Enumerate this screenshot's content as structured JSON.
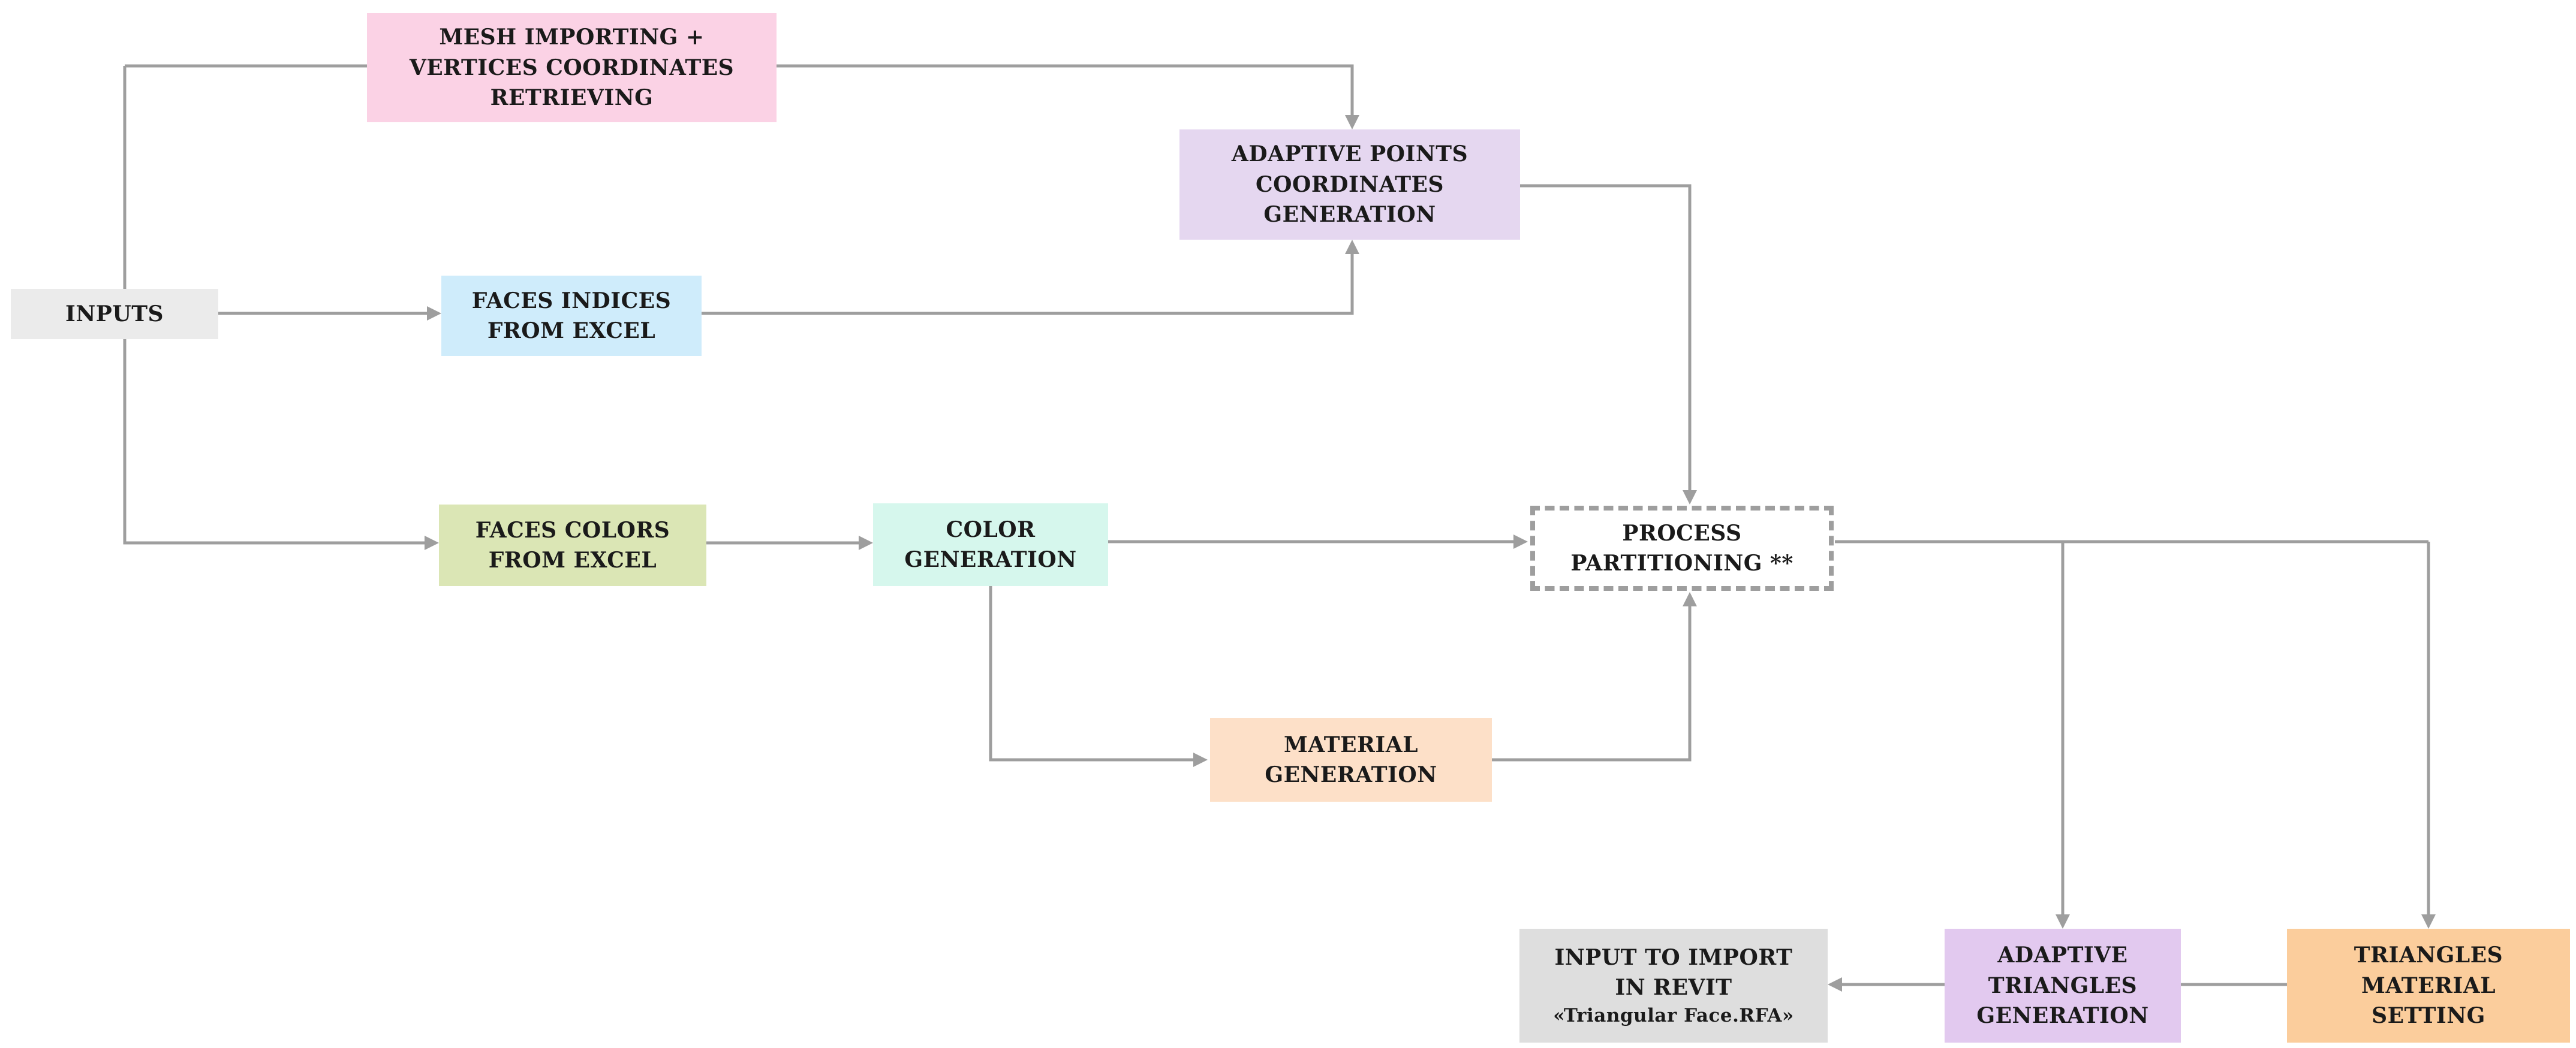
{
  "nodes": {
    "inputs": {
      "lines": [
        "INPUTS"
      ],
      "color": "#ebebeb"
    },
    "mesh": {
      "lines": [
        "MESH IMPORTING +",
        "VERTICES COORDINATES",
        "RETRIEVING"
      ],
      "color": "#fbd2e5"
    },
    "adaptive_points": {
      "lines": [
        "ADAPTIVE POINTS",
        "COORDINATES",
        "GENERATION"
      ],
      "color": "#e5d7f0"
    },
    "faces_indices": {
      "lines": [
        "FACES INDICES",
        "FROM EXCEL"
      ],
      "color": "#cfecfb"
    },
    "faces_colors": {
      "lines": [
        "FACES COLORS",
        "FROM EXCEL"
      ],
      "color": "#dbe6b5"
    },
    "color_gen": {
      "lines": [
        "COLOR",
        "GENERATION"
      ],
      "color": "#d6f7ed"
    },
    "process": {
      "lines": [
        "PROCESS",
        "PARTITIONING **"
      ],
      "color": "#ffffff",
      "border": "#9e9e9e"
    },
    "material_gen": {
      "lines": [
        "MATERIAL",
        "GENERATION"
      ],
      "color": "#fde0c8"
    },
    "input_import": {
      "lines": [
        "INPUT TO IMPORT",
        "IN REVIT",
        "«Triangular Face.RFA»"
      ],
      "color": "#dedede"
    },
    "adaptive_triangles": {
      "lines": [
        "ADAPTIVE",
        "TRIANGLES",
        "GENERATION"
      ],
      "color": "#e2c9ef"
    },
    "triangles_material": {
      "lines": [
        "TRIANGLES",
        "MATERIAL",
        "SETTING"
      ],
      "color": "#fbcd9c"
    }
  },
  "colors": {
    "arrow": "#9e9e9e"
  }
}
